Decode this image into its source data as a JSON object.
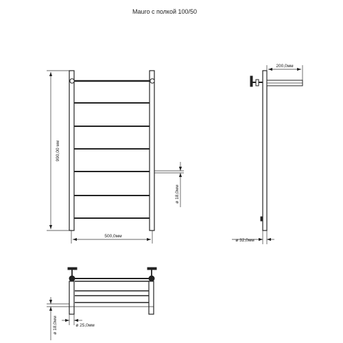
{
  "title": "Mauro с полкой 100/50",
  "dimensions": {
    "height_label": "990,00 мм",
    "width_label": "500,0мм",
    "tube_front_label": "ø 18,0мм",
    "shelf_depth_label": "200,0мм",
    "rail_diameter_label": "ø 32,0мм",
    "bottom_tube_label": "ø 18,0мм",
    "bottom_pipe_label": "ø 25,0мм"
  },
  "colors": {
    "line": "#222222",
    "background": "#ffffff"
  }
}
